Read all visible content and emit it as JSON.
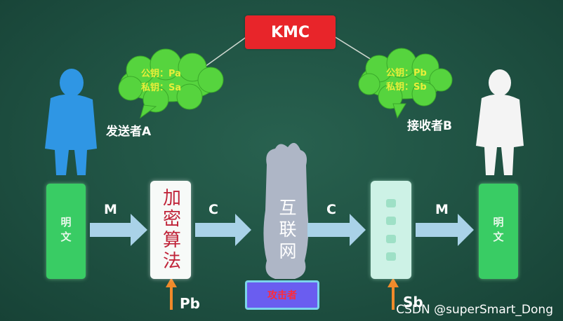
{
  "kmc": {
    "label": "KMC"
  },
  "sender": {
    "role": "发送者A",
    "cloud": {
      "public_key": "公钥：Pa",
      "private_key": "私钥：Sa"
    }
  },
  "receiver": {
    "role": "接收者B",
    "cloud": {
      "public_key": "公钥：Pb",
      "private_key": "私钥：Sb"
    }
  },
  "flow": {
    "plaintext_left": "明文",
    "arrow_1": "M",
    "encrypt_algorithm": "加密算法",
    "arrow_2": "C",
    "internet": "互联网",
    "arrow_3": "C",
    "arrow_4": "M",
    "plaintext_right": "明文",
    "encrypt_key": "Pb",
    "decrypt_key": "Sb",
    "attacker": "攻击者"
  },
  "watermark": "CSDN @superSmart_Dong",
  "colors": {
    "background": "#1f5142",
    "kmc": "#e8252a",
    "cloud": "#56d43e",
    "cloud_text": "#e8ee3a",
    "plaintext_box": "#39cc64",
    "flow_arrow": "#a9d2e8",
    "key_arrow": "#f08a2a",
    "sender_figure": "#2f96e4",
    "receiver_figure": "#f4f4f4",
    "attacker_box": "#6a5df0"
  }
}
